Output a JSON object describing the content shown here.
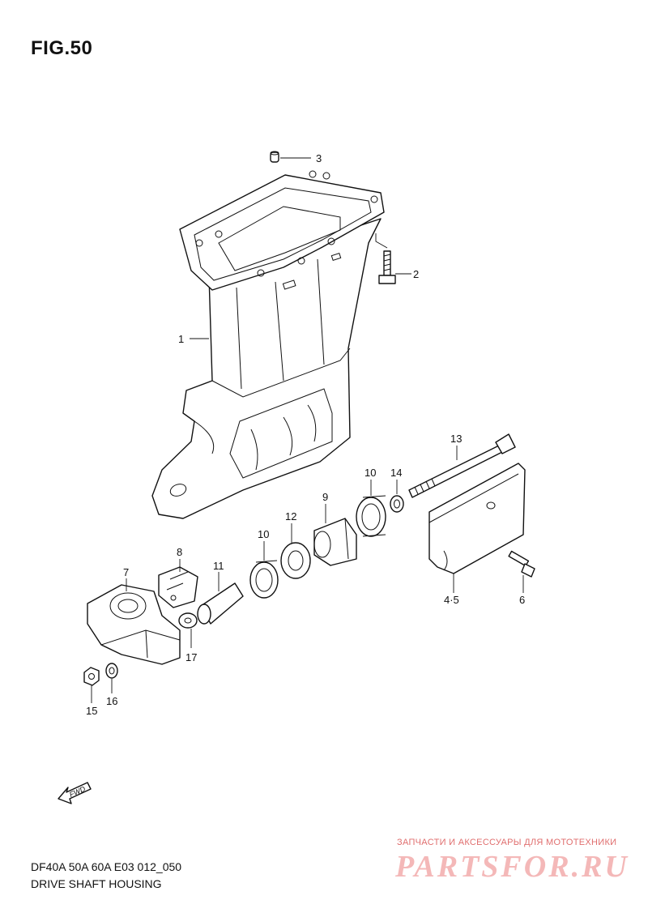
{
  "figure": {
    "title": "FIG.50"
  },
  "callouts": [
    {
      "id": "3",
      "label": "3"
    },
    {
      "id": "2",
      "label": "2"
    },
    {
      "id": "1",
      "label": "1"
    },
    {
      "id": "13",
      "label": "13"
    },
    {
      "id": "10a",
      "label": "10"
    },
    {
      "id": "14",
      "label": "14"
    },
    {
      "id": "9",
      "label": "9"
    },
    {
      "id": "12",
      "label": "12"
    },
    {
      "id": "10b",
      "label": "10"
    },
    {
      "id": "8",
      "label": "8"
    },
    {
      "id": "11",
      "label": "11"
    },
    {
      "id": "7",
      "label": "7"
    },
    {
      "id": "4-5",
      "label": "4·5"
    },
    {
      "id": "6",
      "label": "6"
    },
    {
      "id": "17",
      "label": "17"
    },
    {
      "id": "15",
      "label": "15"
    },
    {
      "id": "16",
      "label": "16"
    }
  ],
  "direction_arrow": {
    "label": "FWD"
  },
  "footer": {
    "model_line": "DF40A 50A 60A E03 012_050",
    "section_name": "DRIVE SHAFT HOUSING"
  },
  "watermark": {
    "caption": "ЗАПЧАСТИ И АКСЕССУАРЫ ДЛЯ МОТОТЕХНИКИ",
    "brand": "PARTSFOR.RU"
  },
  "colors": {
    "line": "#111111",
    "watermark_text": "#e06e6e",
    "watermark_brand": "#f4b8b8"
  }
}
